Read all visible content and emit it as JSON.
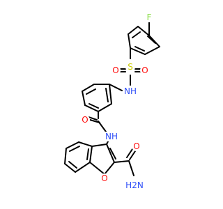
{
  "atom_colors": {
    "F": "#90e050",
    "O": "#ff0d0d",
    "N": "#3050f8",
    "S": "#cccc00",
    "H2N": "#3050f8",
    "NH": "#3050f8"
  },
  "labels": {
    "fluorine": "F",
    "sulfonyl_o_left": "O",
    "sulfur": "S",
    "sulfonyl_o_right": "O",
    "sulfonamide_nh": "NH",
    "amide_o": "O",
    "amide_nh": "NH",
    "furan_o": "O",
    "carboxamide_o": "O",
    "carboxamide_nh2": "H2N"
  }
}
